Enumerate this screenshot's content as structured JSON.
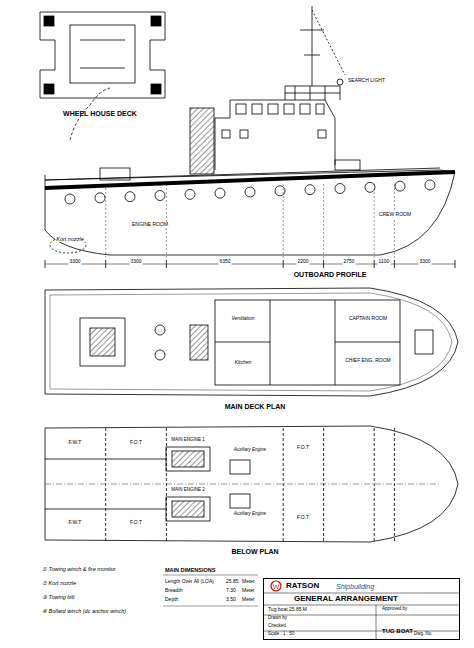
{
  "diagram": {
    "nodes": [
      {
        "text": [
          "RATSON",
          "Shipbuilding",
          "GENERAL ARRANGEMENT",
          "Tug boat 25.85 M",
          "TUG BOAT",
          "Drawn by",
          "Checked",
          "Approved by",
          "Scale : 1 : 50",
          "Dwg. No."
        ]
      }
    ],
    "labels": [
      "WHEEL HOUSE DECK",
      "SEARCH LIGHT",
      "ENGINE ROOM",
      "CREW ROOM",
      "Kort nozzle",
      "3300",
      "3300",
      "6350",
      "2200",
      "2750",
      "1100",
      "3300",
      "OUTBOARD PROFILE",
      "CAPTAIN ROOM",
      "CHIEF ENG. ROOM",
      "Kitchen",
      "Ventilation",
      "MAIN DECK PLAN",
      "MAIN ENGINE 1",
      "MAIN ENGINE 2",
      "F.W.T",
      "F.W.T",
      "F.O.T",
      "F.O.T",
      "F.O.T",
      "F.O.T",
      "Auxiliary Engine",
      "Auxiliary Engine",
      "BELOW PLAN",
      "① Towing winch & fire monitor",
      "② Kort nozzle",
      "③ Towing bitt",
      "④ Bollard winch (dc anchor winch)",
      "MAIN DIMENSIONS",
      "Length Over All (LOA)",
      "25.85",
      "Meter",
      "Breadth",
      "7.30",
      "Meter",
      "Depth",
      "3.50",
      "Meter"
    ]
  }
}
